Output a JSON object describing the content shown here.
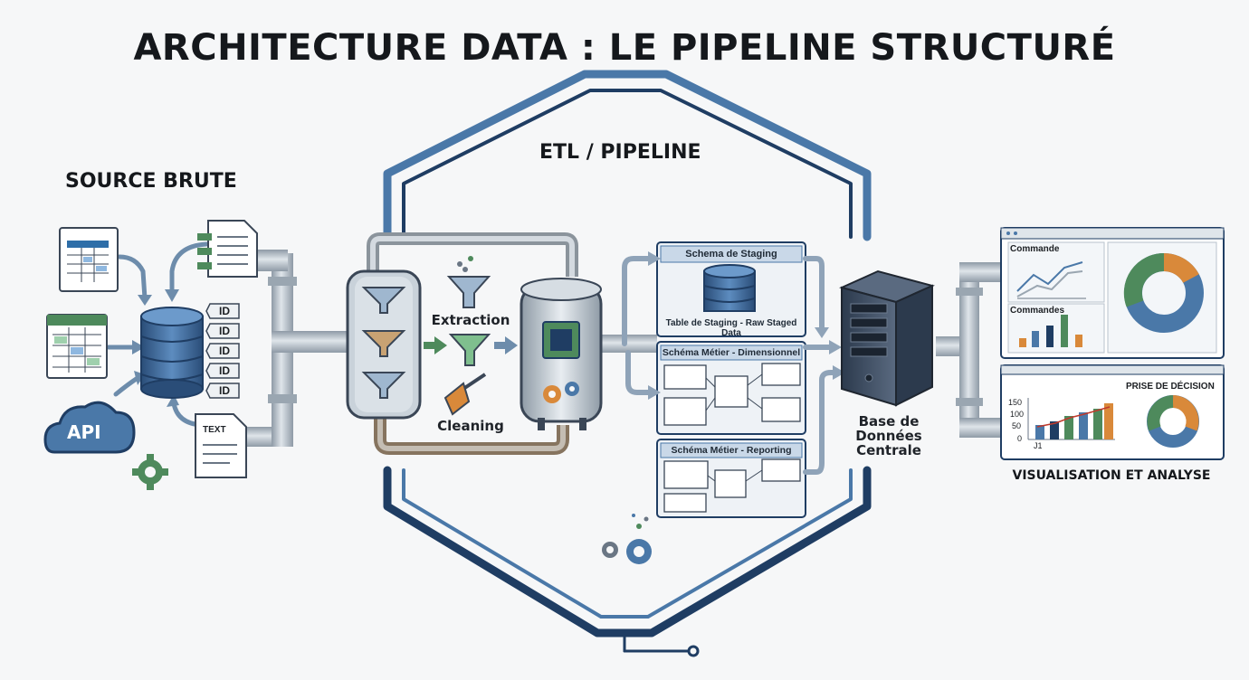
{
  "title": "ARCHITECTURE DATA : LE PIPELINE STRUCTURÉ",
  "source": {
    "heading": "SOURCE BRUTE",
    "api_label": "API",
    "text_label": "TEXT",
    "id_tags": [
      "ID",
      "ID",
      "ID",
      "ID",
      "ID"
    ]
  },
  "pipeline": {
    "heading": "ETL / PIPELINE",
    "extraction_label": "Extraction",
    "cleaning_label": "Cleaning"
  },
  "schemas": {
    "staging_title": "Schema de Staging",
    "staging_caption": "Table de Staging - Raw Staged Data",
    "dimensional_title": "Schéma Métier - Dimensionnel",
    "reporting_title": "Schéma Métier - Reporting"
  },
  "database": {
    "label_line1": "Base de",
    "label_line2": "Données",
    "label_line3": "Centrale"
  },
  "dashboard": {
    "commande_label": "Commande",
    "commandes_label": "Commandes",
    "decision_label": "PRISE DE DÉCISION",
    "axis_ticks": [
      "150",
      "100",
      "50",
      "0"
    ],
    "axis_x": "J1",
    "caption": "VISUALISATION ET ANALYSE"
  },
  "colors": {
    "navy": "#1f3d63",
    "steel": "#4a78a8",
    "pipe": "#b8c3cd",
    "green": "#4e8a5c",
    "orange": "#d9893a"
  }
}
